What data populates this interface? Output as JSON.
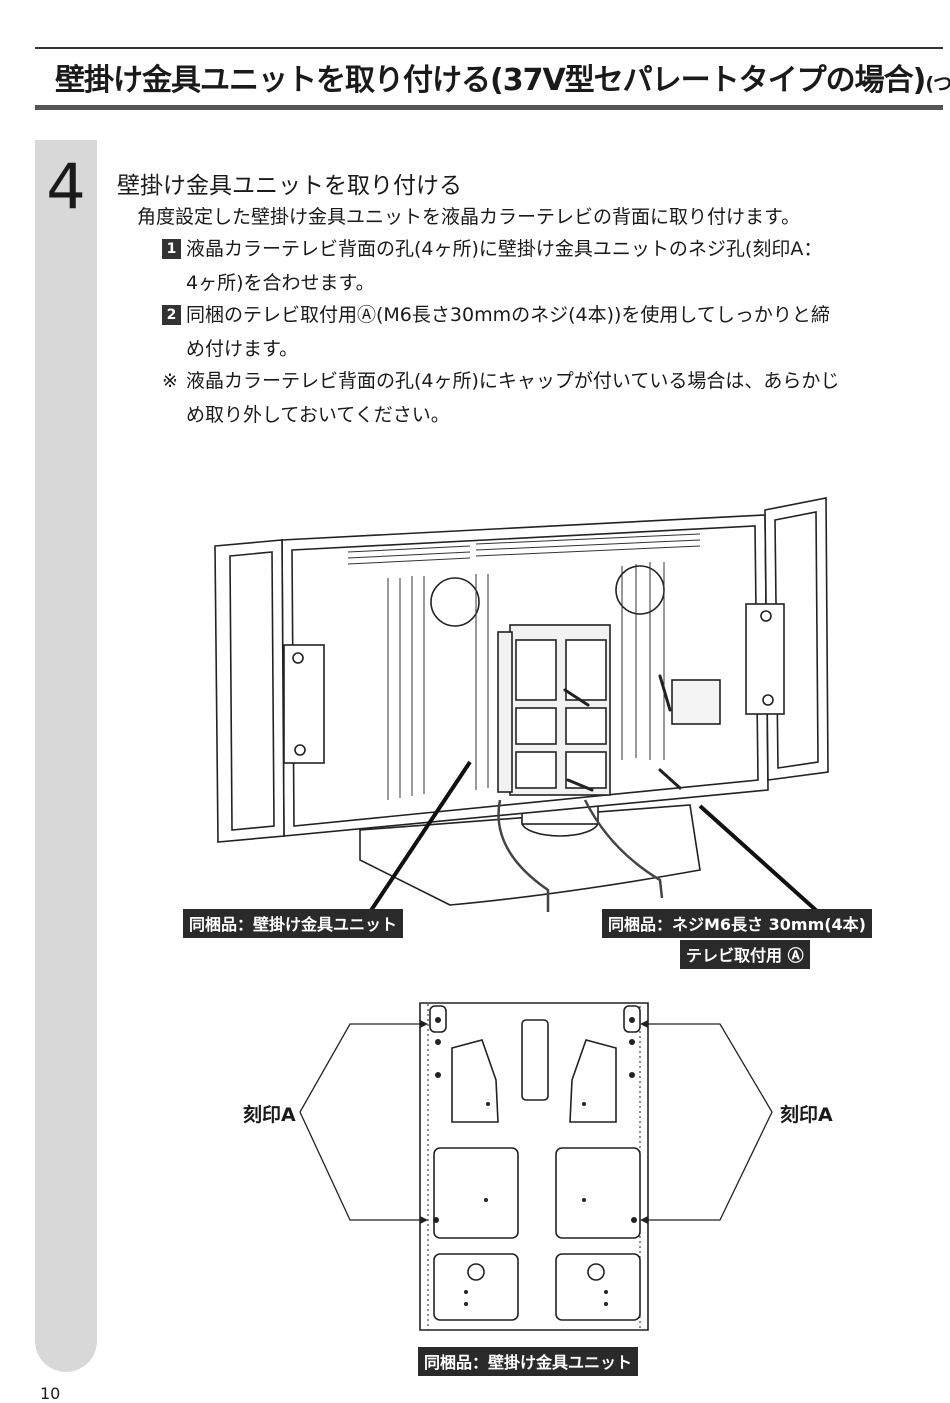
{
  "header": {
    "title": "壁掛け金具ユニットを取り付ける(37V型セパレートタイプの場合)",
    "continued": "(つづき)"
  },
  "step": {
    "number": "4",
    "heading": "壁掛け金具ユニットを取り付ける",
    "intro": "角度設定した壁掛け金具ユニットを液晶カラーテレビの背面に取り付けます。",
    "items": [
      {
        "badge": "1",
        "line1": "液晶カラーテレビ背面の孔(4ヶ所)に壁掛け金具ユニットのネジ孔(刻印A：",
        "line2": "4ヶ所)を合わせます。"
      },
      {
        "badge": "2",
        "line1": "同梱のテレビ取付用Ⓐ(M6長さ30mmのネジ(4本))を使用してしっかりと締",
        "line2": "め付けます。"
      }
    ],
    "note": {
      "mark": "※",
      "line1": "液晶カラーテレビ背面の孔(4ヶ所)にキャップが付いている場合は、あらかじ",
      "line2": "め取り外しておいてください。"
    }
  },
  "figure_top": {
    "label_unit": "同梱品：壁掛け金具ユニット",
    "label_screw": "同梱品：ネジM6長さ 30mm(4本)",
    "label_screw_use": "テレビ取付用 Ⓐ"
  },
  "figure_bottom": {
    "stamp_left": "刻印A",
    "stamp_right": "刻印A",
    "label_unit": "同梱品：壁掛け金具ユニット"
  },
  "footer": {
    "page_number": "10"
  }
}
